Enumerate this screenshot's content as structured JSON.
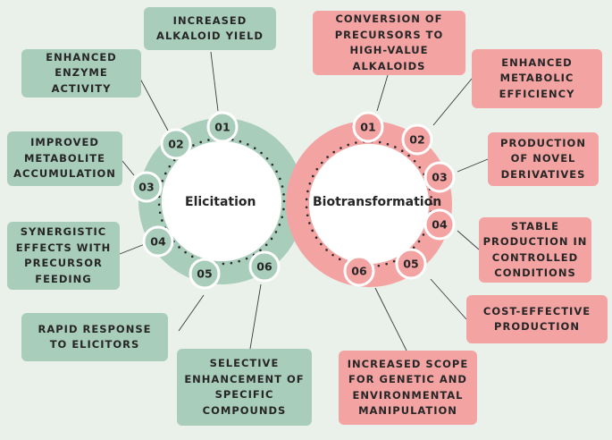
{
  "diagram": {
    "left_hub": {
      "title": "Elicitation",
      "color": "#a9cdbb",
      "items": [
        {
          "number": "01",
          "text": "INCREASED\nALKALOID YIELD"
        },
        {
          "number": "02",
          "text": "ENHANCED\nENZYME\nACTIVITY"
        },
        {
          "number": "03",
          "text": "IMPROVED\nMETABOLITE\nACCUMULATION"
        },
        {
          "number": "04",
          "text": "SYNERGISTIC\nEFFECTS WITH\nPRECURSOR\nFEEDING"
        },
        {
          "number": "05",
          "text": "RAPID RESPONSE\nTO ELICITORS"
        },
        {
          "number": "06",
          "text": "SELECTIVE\nENHANCEMENT OF\nSPECIFIC\nCOMPOUNDS"
        }
      ]
    },
    "right_hub": {
      "title": "Biotransformation",
      "color": "#f4a3a3",
      "items": [
        {
          "number": "01",
          "text": "CONVERSION OF\nPRECURSORS TO\nHIGH-VALUE\nALKALOIDS"
        },
        {
          "number": "02",
          "text": "ENHANCED\nMETABOLIC\nEFFICIENCY"
        },
        {
          "number": "03",
          "text": "PRODUCTION\nOF NOVEL\nDERIVATIVES"
        },
        {
          "number": "04",
          "text": "STABLE\nPRODUCTION IN\nCONTROLLED\nCONDITIONS"
        },
        {
          "number": "05",
          "text": "COST-EFFECTIVE\nPRODUCTION"
        },
        {
          "number": "06",
          "text": "INCREASED SCOPE\nFOR GENETIC AND\nENVIRONMENTAL\nMANIPULATION"
        }
      ]
    }
  }
}
